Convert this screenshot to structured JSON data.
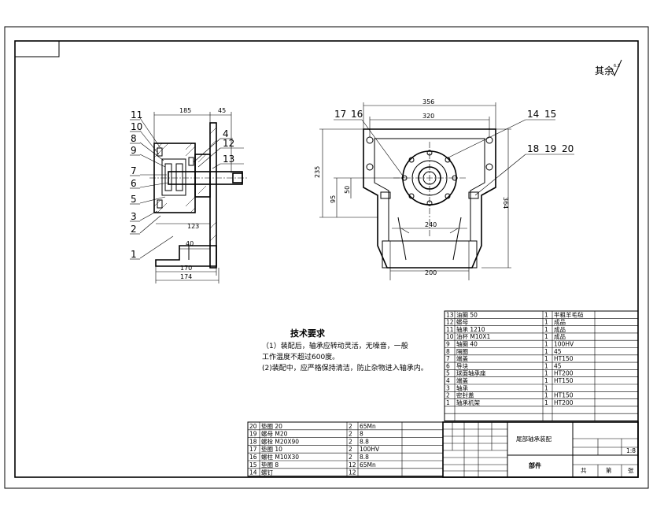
{
  "drawing": {
    "roughness_mark": "其余",
    "roughness_value": "6.3"
  },
  "callouts_left": [
    "11",
    "10",
    "8",
    "9",
    "7",
    "6",
    "5",
    "3",
    "2",
    "1",
    "4",
    "12",
    "13"
  ],
  "callouts_right": [
    "17",
    "16",
    "14",
    "15",
    "18",
    "19",
    "20"
  ],
  "dimensions": {
    "d185": "185",
    "d45": "45",
    "d40": "40",
    "d123": "123",
    "d170": "170",
    "d174": "174",
    "d356": "356",
    "d320": "320",
    "d235": "235",
    "d95": "95",
    "d50": "50",
    "d240": "240",
    "d364": "364",
    "d200": "200"
  },
  "tech_req": {
    "title": "技术要求",
    "line1": "（1）装配后，轴承应转动灵活，无噪音，一般",
    "line2": "工作温度不超过600度。",
    "line3": "(2)装配中，应严格保持清洁，防止杂物进入轴承内。"
  },
  "bom_upper": [
    {
      "no": "13",
      "name": "油圈 50",
      "qty": "1",
      "mat": "半粗羊毛毡"
    },
    {
      "no": "12",
      "name": "螺母",
      "qty": "1",
      "mat": "成品"
    },
    {
      "no": "11",
      "name": "轴承 1210",
      "qty": "1",
      "mat": "成品"
    },
    {
      "no": "10",
      "name": "油杯 M10X1",
      "qty": "1",
      "mat": "成品"
    },
    {
      "no": "9",
      "name": "轴圈 40",
      "qty": "1",
      "mat": "100HV"
    },
    {
      "no": "8",
      "name": "隔圈",
      "qty": "1",
      "mat": "45"
    },
    {
      "no": "7",
      "name": "端盖",
      "qty": "1",
      "mat": "HT150"
    },
    {
      "no": "6",
      "name": "导块",
      "qty": "1",
      "mat": "45"
    },
    {
      "no": "5",
      "name": "球面轴承座",
      "qty": "1",
      "mat": "HT200"
    },
    {
      "no": "4",
      "name": "端盖",
      "qty": "1",
      "mat": "HT150"
    },
    {
      "no": "3",
      "name": "轴承",
      "qty": "1",
      "mat": ""
    },
    {
      "no": "2",
      "name": "密封盖",
      "qty": "1",
      "mat": "HT150"
    },
    {
      "no": "1",
      "name": "轴承机架",
      "qty": "1",
      "mat": "HT200"
    }
  ],
  "bom_lower": [
    {
      "no": "20",
      "name": "垫圈 20",
      "qty": "2",
      "mat": "65Mn"
    },
    {
      "no": "19",
      "name": "螺母 M20",
      "qty": "2",
      "mat": "8"
    },
    {
      "no": "18",
      "name": "螺栓 M20X90",
      "qty": "2",
      "mat": "8.8"
    },
    {
      "no": "17",
      "name": "垫圈 10",
      "qty": "2",
      "mat": "100HV"
    },
    {
      "no": "16",
      "name": "螺柱 M10X30",
      "qty": "2",
      "mat": "8.8"
    },
    {
      "no": "15",
      "name": "垫圈 8",
      "qty": "12",
      "mat": "65Mn"
    },
    {
      "no": "14",
      "name": "螺钉",
      "qty": "12",
      "mat": ""
    }
  ],
  "title_block": {
    "drawing_name": "尾部轴承装配",
    "part_label": "部件",
    "scale": "1:8",
    "sheet": "共",
    "page": "第",
    "mark": "张"
  }
}
